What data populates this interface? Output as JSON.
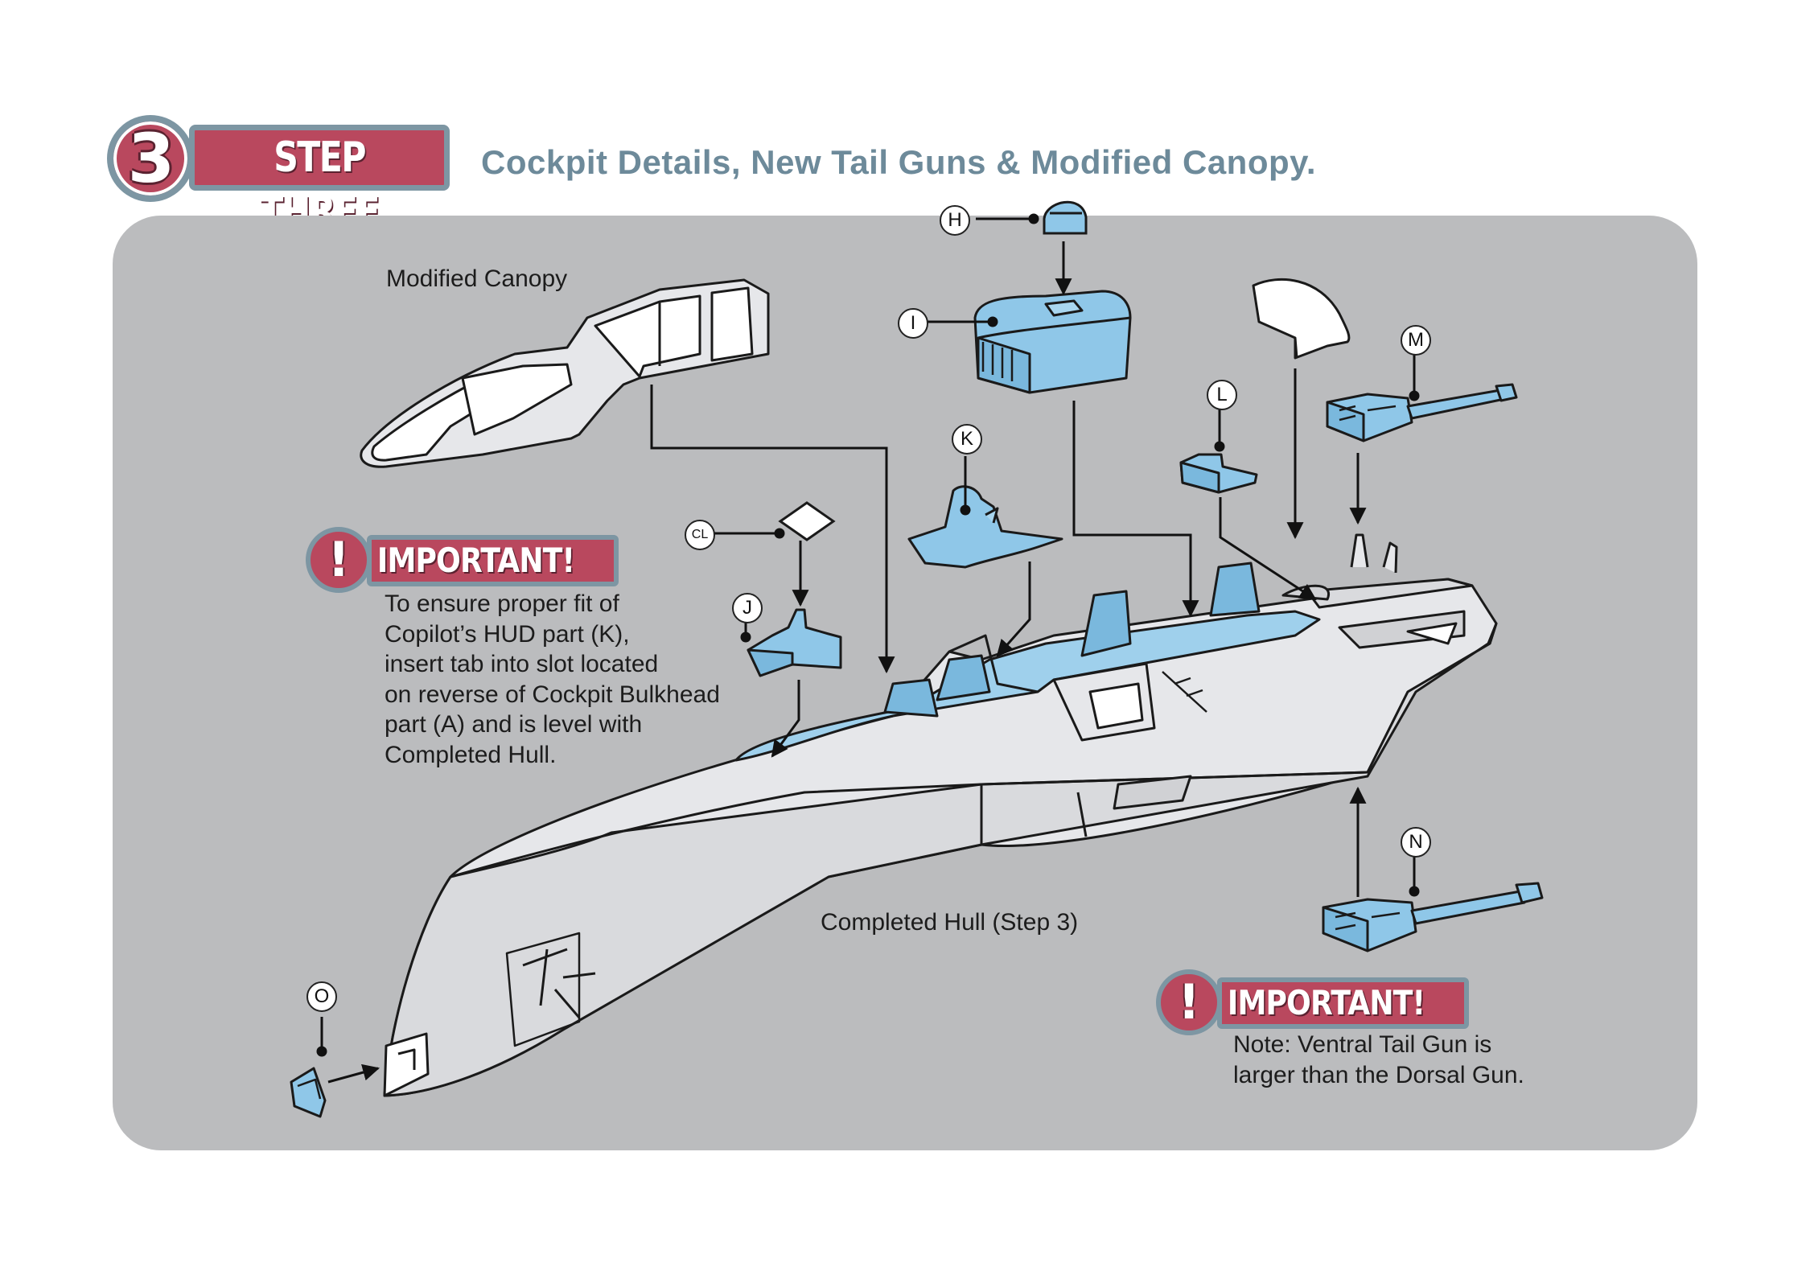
{
  "header": {
    "step_number": "3",
    "step_label": "STEP THREE",
    "title": "Cockpit Details, New Tail Guns & Modified Canopy."
  },
  "labels": {
    "modified_canopy": "Modified Canopy",
    "completed_hull": "Completed Hull (Step 3)"
  },
  "important_1": {
    "badge": "IMPORTANT!",
    "mark": "!",
    "lines": [
      "To ensure proper fit of",
      "Copilot’s HUD part (K),",
      "insert tab into slot located",
      "on reverse of Cockpit Bulkhead",
      "part (A) and is level with",
      "Completed Hull."
    ]
  },
  "important_2": {
    "badge": "IMPORTANT!",
    "mark": "!",
    "lines": [
      "Note: Ventral Tail Gun is",
      "larger than the Dorsal Gun."
    ]
  },
  "callouts": {
    "H": "H",
    "I": "I",
    "K": "K",
    "L": "L",
    "M": "M",
    "CL": "CL",
    "J": "J",
    "N": "N",
    "O": "O"
  },
  "colors": {
    "accent_red": "#b9485e",
    "frame_steel": "#7d96a3",
    "title_blue": "#6d8a9a",
    "panel_gray": "#bbbcbe",
    "part_blue": "#8fc7e8",
    "hull_white": "#e6e7ea"
  }
}
